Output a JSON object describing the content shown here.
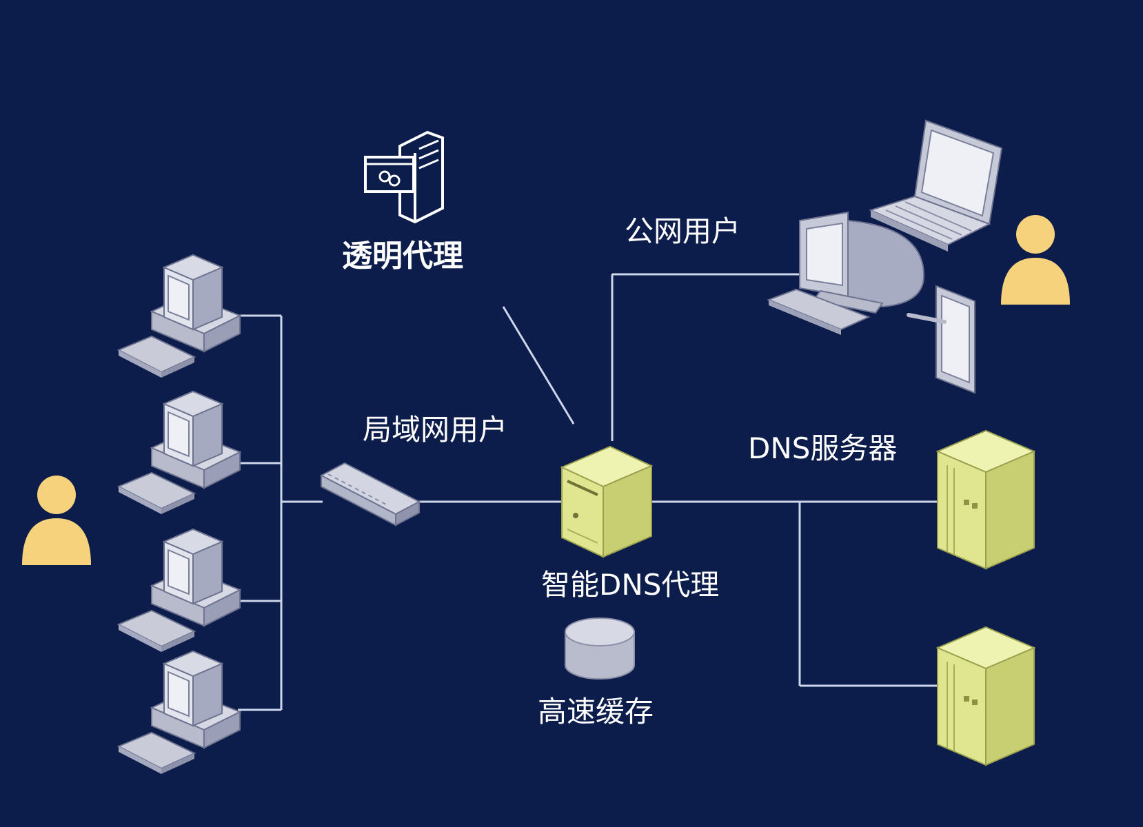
{
  "labels": {
    "transparent_proxy": "透明代理",
    "public_users": "公网用户",
    "lan_users": "局域网用户",
    "dns_servers": "DNS服务器",
    "smart_dns_proxy": "智能DNS代理",
    "cache": "高速缓存"
  },
  "colors": {
    "background": "#0c1d4c",
    "line": "#cfd6ea",
    "device_body": "#c9cbd8",
    "device_side": "#9ea2b8",
    "server_yellow": "#dfe68f",
    "server_yellow_side": "#b9c06a",
    "user_yellow": "#f6d27c",
    "text": "#ffffff"
  },
  "icons": {
    "proxy_icon": "document-server-icon",
    "desktop_icon": "desktop-computer-icon",
    "laptop_icon": "laptop-icon",
    "tablet_icon": "tablet-icon",
    "user_icon": "user-icon",
    "switch_icon": "network-switch-icon",
    "server_icon": "tower-server-icon",
    "database_icon": "database-icon"
  }
}
